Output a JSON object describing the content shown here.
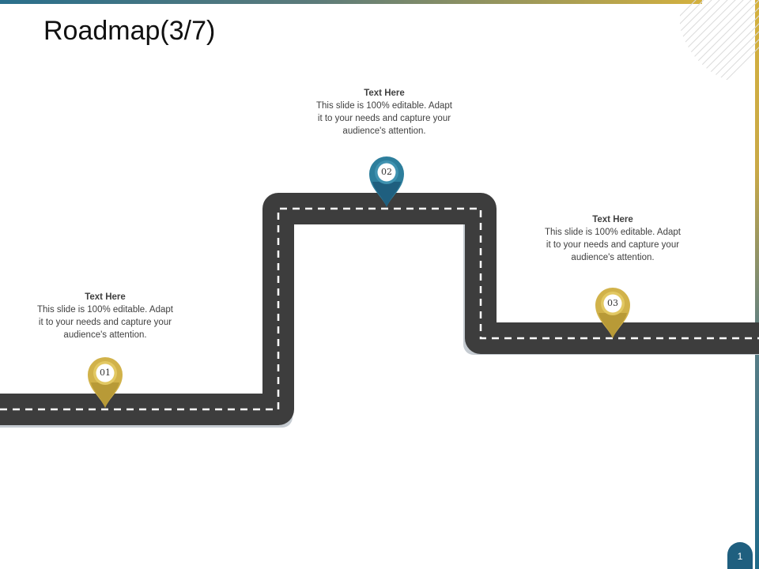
{
  "slide": {
    "title": "Roadmap(3/7)",
    "page_number": "1"
  },
  "milestones": [
    {
      "number": "01",
      "heading": "Text Here",
      "body": "This slide is 100% editable. Adapt it to your needs and capture your audience's attention.",
      "color": "#d1b24a"
    },
    {
      "number": "02",
      "heading": "Text Here",
      "body": "This slide is 100% editable. Adapt it to your needs and capture your audience's attention.",
      "color": "#2d7e9c"
    },
    {
      "number": "03",
      "heading": "Text Here",
      "body": "This slide is 100% editable. Adapt it to your needs and capture your audience's attention.",
      "color": "#d1b24a"
    }
  ],
  "colors": {
    "road": "#3d3d3d",
    "road_shadow": "#c5cbd1",
    "lane_marking": "#ffffff",
    "accent_blue": "#1f5f7f",
    "accent_gold": "#d4b13e"
  }
}
